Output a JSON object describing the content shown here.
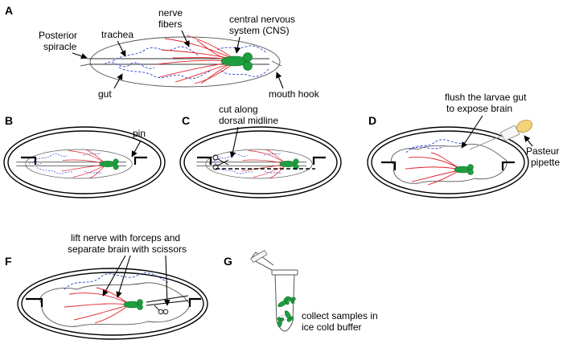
{
  "panels": {
    "a": {
      "label": "A",
      "labels": {
        "posterior_spiracle": [
          "Posterior",
          "spiracle"
        ],
        "trachea": "trachea",
        "nerve_fibers": [
          "nerve",
          "fibers"
        ],
        "cns": [
          "central nervous",
          "system (CNS)"
        ],
        "gut": "gut",
        "mouth_hook": "mouth hook"
      }
    },
    "b": {
      "label": "B",
      "pin": "pin"
    },
    "c": {
      "label": "C",
      "text": [
        "cut along",
        "dorsal midline"
      ]
    },
    "d": {
      "label": "D",
      "text": [
        "flush the larvae gut",
        "to expose brain"
      ],
      "pipette": [
        "Pasteur",
        "pipette"
      ]
    },
    "f": {
      "label": "F",
      "text": [
        "lift nerve with forceps and",
        "separate brain with scissors"
      ]
    },
    "g": {
      "label": "G",
      "text": [
        "collect samples in",
        "ice cold buffer"
      ]
    }
  },
  "colors": {
    "nerve": "#e0202a",
    "gut": "#3344cc",
    "brain": "#1e9e3e",
    "outline": "#000000"
  },
  "icons": [
    "petri-dish",
    "larva",
    "pin",
    "scissors",
    "pasteur-pipette",
    "forceps",
    "microcentrifuge-tube"
  ]
}
